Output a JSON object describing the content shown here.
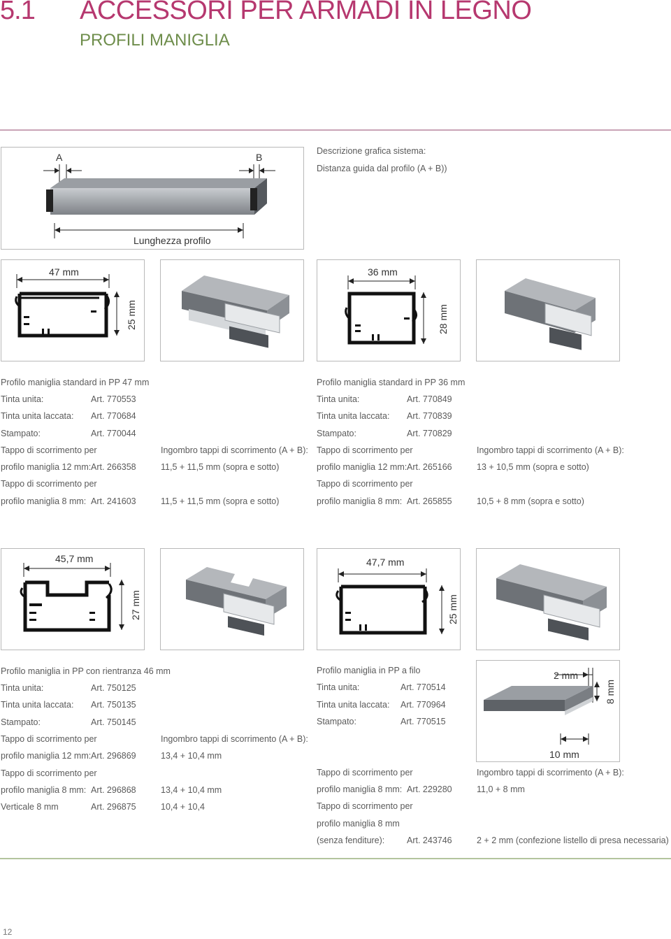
{
  "header": {
    "section_number": "5.1",
    "title": "ACCESSORI PER ARMADI IN LEGNO",
    "subtitle": "PROFILI MANIGLIA"
  },
  "colors": {
    "accent": "#b6386f",
    "green": "#6e8d4b",
    "rule_top": "#c9a3b6",
    "rule_bottom": "#b3c49d"
  },
  "diagram": {
    "label_a": "A",
    "label_b": "B",
    "length_label": "Lunghezza profilo",
    "desc_1": "Descrizione grafica sistema:",
    "desc_2": "Distanza guida dal profilo (A + B))"
  },
  "products": {
    "p47": {
      "width": "47 mm",
      "height": "25 mm",
      "title": "Profilo maniglia standard in PP 47 mm",
      "rows": [
        {
          "label": "Tinta unita:",
          "art": "Art. 770553"
        },
        {
          "label": "Tinta unita laccata:",
          "art": "Art. 770684"
        },
        {
          "label": "Stampato:",
          "art": "Art. 770044"
        }
      ],
      "cap_label_1": "Tappo di scorrimento per",
      "cap_label_2": "profilo maniglia 12 mm:",
      "cap_art_12": "Art. 266358",
      "cap_label_3": "Tappo di scorrimento per",
      "cap_label_4": "profilo maniglia 8 mm:",
      "cap_art_8": "Art. 241603",
      "ingombro_label": "Ingombro tappi di scorrimento  (A + B):",
      "ingombro_12": "11,5 + 11,5 mm (sopra e sotto)",
      "ingombro_8": "11,5 + 11,5 mm (sopra e sotto)"
    },
    "p36": {
      "width": "36 mm",
      "height": "28 mm",
      "title": "Profilo maniglia standard in PP 36 mm",
      "rows": [
        {
          "label": "Tinta unita:",
          "art": "Art. 770849"
        },
        {
          "label": "Tinta unita laccata:",
          "art": "Art. 770839"
        },
        {
          "label": "Stampato:",
          "art": "Art. 770829"
        }
      ],
      "cap_label_1": "Tappo di scorrimento per",
      "cap_label_2": "profilo maniglia 12 mm:",
      "cap_art_12": "Art. 265166",
      "cap_label_3": "Tappo di scorrimento per",
      "cap_label_4": "profilo maniglia 8 mm:",
      "cap_art_8": "Art. 265855",
      "ingombro_label": "Ingombro tappi di scorrimento  (A + B):",
      "ingombro_12": "13 + 10,5 mm (sopra e sotto)",
      "ingombro_8": "10,5 + 8 mm (sopra e sotto)"
    },
    "p457": {
      "width": "45,7 mm",
      "height": "27 mm",
      "title": "Profilo maniglia in PP con rientranza 46 mm",
      "rows": [
        {
          "label": "Tinta unita:",
          "art": "Art. 750125"
        },
        {
          "label": "Tinta unita laccata:",
          "art": "Art. 750135"
        },
        {
          "label": "Stampato:",
          "art": "Art. 750145"
        }
      ],
      "cap_label_1": "Tappo di scorrimento per",
      "cap_label_2": "profilo maniglia 12 mm:",
      "cap_art_12": "Art. 296869",
      "cap_label_3": "Tappo di scorrimento per",
      "cap_label_4": "profilo maniglia 8 mm:",
      "cap_art_8": "Art. 296868",
      "vert_label": "Verticale 8 mm",
      "vert_art": "Art. 296875",
      "ingombro_label": "Ingombro tappi di scorrimento  (A + B):",
      "ingombro_12": "13,4 + 10,4 mm",
      "ingombro_8": "13,4 + 10,4 mm",
      "ingombro_vert": "10,4 + 10,4"
    },
    "p477": {
      "width": "47,7 mm",
      "height": "25 mm",
      "title": "Profilo maniglia in PP a filo",
      "rows": [
        {
          "label": "Tinta unita:",
          "art": "Art. 770514"
        },
        {
          "label": "Tinta unita laccata:",
          "art": "Art. 770964"
        },
        {
          "label": "Stampato:",
          "art": "Art. 770515"
        }
      ],
      "flat_dim_top": "2 mm",
      "flat_dim_side": "8 mm",
      "flat_dim_bottom": "10 mm",
      "cap_label_1": "Tappo di scorrimento per",
      "cap_label_2": "profilo maniglia 8 mm:",
      "cap_art_8": "Art. 229280",
      "cap_label_3": "Tappo di scorrimento per",
      "cap_label_4": "profilo maniglia 8 mm",
      "cap_label_5": "(senza fenditure):",
      "cap_art_senza": "Art. 243746",
      "ingombro_label": "Ingombro tappi di scorrimento  (A + B):",
      "ingombro_8": "11,0 + 8 mm",
      "ingombro_senza": "2 + 2 mm (confezione listello di presa necessaria)"
    }
  },
  "page_number": "12"
}
